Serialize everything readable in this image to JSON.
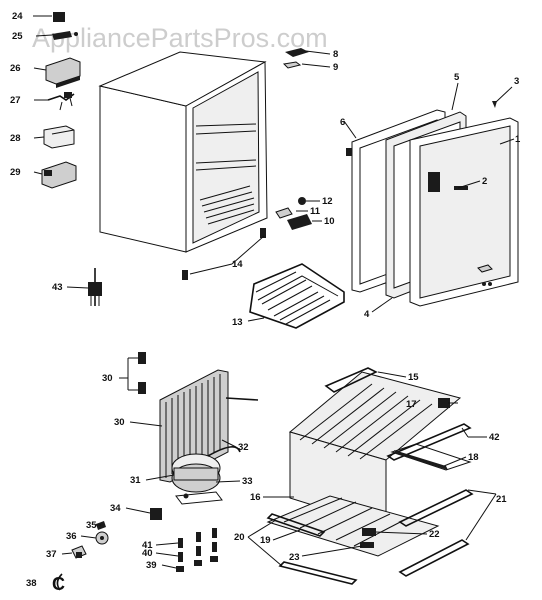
{
  "watermark": "AppliancePartsPros.com",
  "callouts": [
    {
      "id": "c1",
      "text": "1"
    },
    {
      "id": "c2",
      "text": "2"
    },
    {
      "id": "c3",
      "text": "3"
    },
    {
      "id": "c4",
      "text": "4"
    },
    {
      "id": "c5",
      "text": "5"
    },
    {
      "id": "c6",
      "text": "6"
    },
    {
      "id": "c8",
      "text": "8"
    },
    {
      "id": "c9",
      "text": "9"
    },
    {
      "id": "c10",
      "text": "10"
    },
    {
      "id": "c11",
      "text": "11"
    },
    {
      "id": "c12",
      "text": "12"
    },
    {
      "id": "c13",
      "text": "13"
    },
    {
      "id": "c14",
      "text": "14"
    },
    {
      "id": "c15",
      "text": "15"
    },
    {
      "id": "c16",
      "text": "16"
    },
    {
      "id": "c17",
      "text": "17"
    },
    {
      "id": "c18",
      "text": "18"
    },
    {
      "id": "c19",
      "text": "19"
    },
    {
      "id": "c20",
      "text": "20"
    },
    {
      "id": "c21",
      "text": "21"
    },
    {
      "id": "c22",
      "text": "22"
    },
    {
      "id": "c23",
      "text": "23"
    },
    {
      "id": "c24",
      "text": "24"
    },
    {
      "id": "c25",
      "text": "25"
    },
    {
      "id": "c26",
      "text": "26"
    },
    {
      "id": "c27",
      "text": "27"
    },
    {
      "id": "c28",
      "text": "28"
    },
    {
      "id": "c29",
      "text": "29"
    },
    {
      "id": "c30a",
      "text": "30"
    },
    {
      "id": "c30b",
      "text": "30"
    },
    {
      "id": "c31",
      "text": "31"
    },
    {
      "id": "c32",
      "text": "32"
    },
    {
      "id": "c33",
      "text": "33"
    },
    {
      "id": "c34",
      "text": "34"
    },
    {
      "id": "c35",
      "text": "35"
    },
    {
      "id": "c36",
      "text": "36"
    },
    {
      "id": "c37",
      "text": "37"
    },
    {
      "id": "c38",
      "text": "38"
    },
    {
      "id": "c39",
      "text": "39"
    },
    {
      "id": "c40",
      "text": "40"
    },
    {
      "id": "c41",
      "text": "41"
    },
    {
      "id": "c42",
      "text": "42"
    },
    {
      "id": "c43",
      "text": "43"
    }
  ]
}
